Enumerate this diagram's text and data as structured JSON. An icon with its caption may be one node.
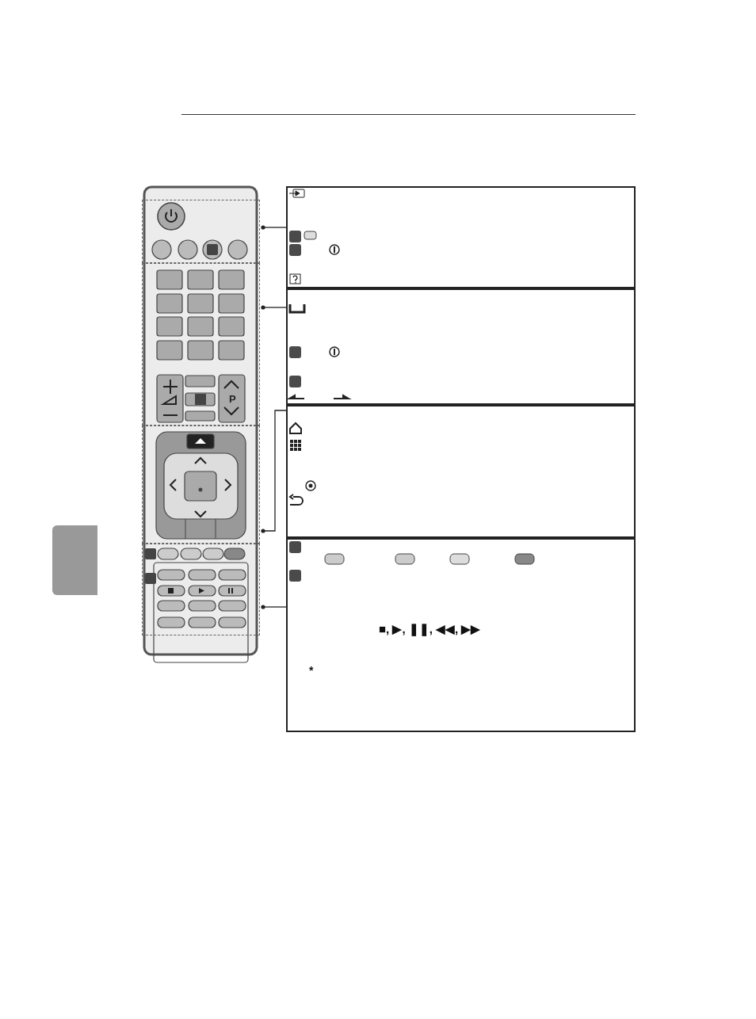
{
  "diagram": {
    "nodes": [
      {
        "text": [],
        "shape": "bar"
      },
      {
        "text": [],
        "shape": "box"
      },
      {
        "text": [],
        "shape": "box"
      },
      {
        "text": [],
        "shape": "box"
      },
      {
        "text": [],
        "shape": "box"
      },
      {
        "text": [],
        "shape": "box"
      },
      {
        "text": [],
        "shape": "box"
      },
      {
        "text": [],
        "shape": "box"
      },
      {
        "text": [],
        "shape": "box"
      }
    ],
    "edges": [
      {
        "from": 1,
        "to": 5,
        "arrow": "other"
      },
      {
        "from": 2,
        "to": 6,
        "arrow": "other"
      },
      {
        "from": 3,
        "to": 7,
        "arrow": "other"
      },
      {
        "from": 4,
        "to": 8,
        "arrow": "other"
      }
    ],
    "labels": [
      "P",
      "■, ▶, ❚❚, ◀◀, ▶▶",
      "*"
    ]
  }
}
